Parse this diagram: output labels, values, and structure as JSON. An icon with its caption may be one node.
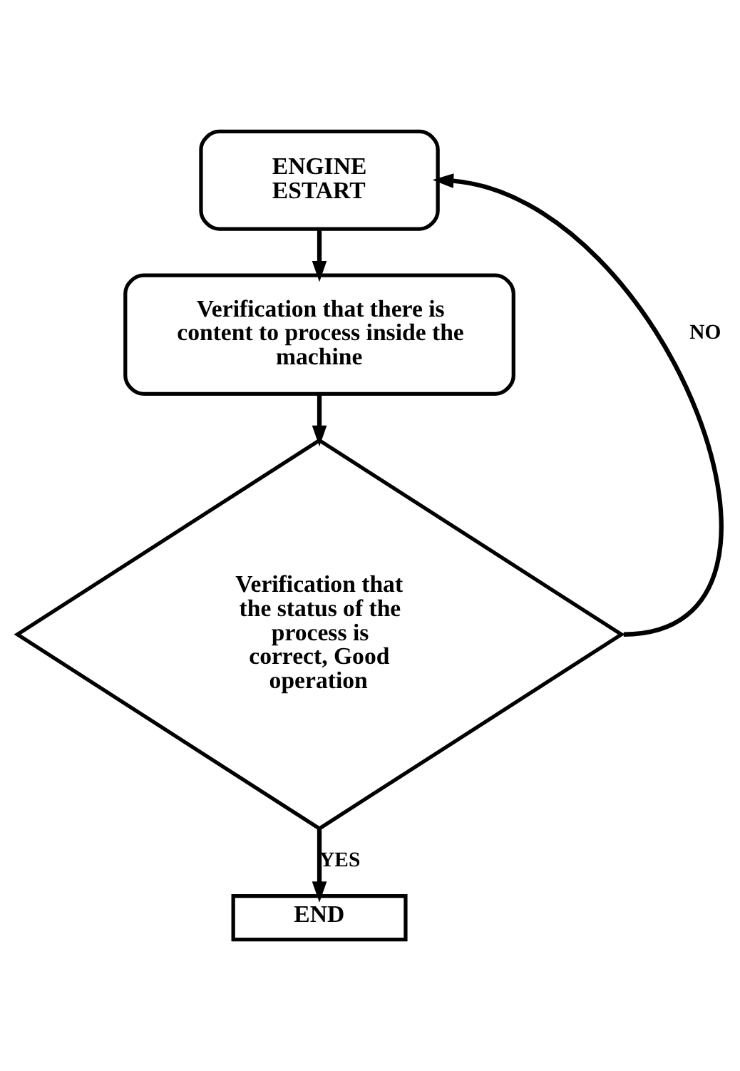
{
  "diagram": {
    "nodes": [
      {
        "text": [
          "ENGINE ESTART"
        ]
      },
      {
        "text": [
          "Verification that there is content to process inside the machine"
        ]
      },
      {
        "text": [
          "Verification that the status of the process is correct, Good operation"
        ]
      },
      {
        "text": [
          "END"
        ]
      }
    ],
    "edges": [
      {
        "from": 0,
        "to": 1,
        "arrow": "to"
      },
      {
        "from": 1,
        "to": 2,
        "arrow": "to"
      },
      {
        "from": 2,
        "to": 3,
        "arrow": "to",
        "label": "YES"
      },
      {
        "from": 2,
        "to": 0,
        "arrow": "to",
        "label": "NO"
      }
    ]
  }
}
